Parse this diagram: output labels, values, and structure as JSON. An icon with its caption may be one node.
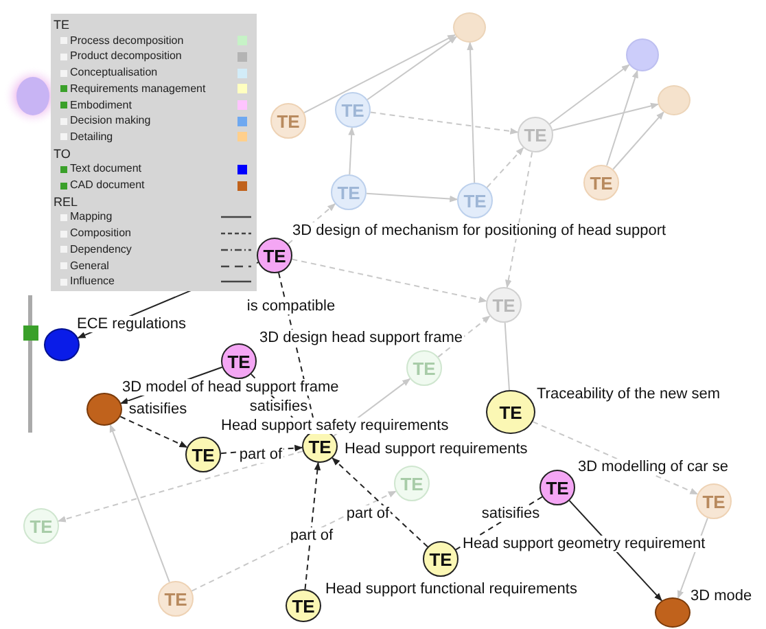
{
  "diagram": {
    "nodes": [
      {
        "text": [
          "TE"
        ],
        "beside": [
          "3D design of mechanism for positioning of head support"
        ]
      },
      {
        "text": [],
        "shape": "circle",
        "beside": [
          "ECE regulations"
        ]
      },
      {
        "text": [
          "TE"
        ],
        "beside": [
          "3D design head support frame"
        ]
      },
      {
        "text": [],
        "shape": "circle",
        "beside": [
          "3D model of head support frame"
        ]
      },
      {
        "text": [
          "TE"
        ],
        "beside": [
          "Head support safety requirements"
        ]
      },
      {
        "text": [
          "TE"
        ],
        "beside": [
          "Head support requirements"
        ]
      },
      {
        "text": [
          "TE"
        ],
        "beside": [
          "Traceability of the new sem"
        ]
      },
      {
        "text": [
          "TE"
        ],
        "beside": [
          "3D modelling of car se"
        ]
      },
      {
        "text": [
          "TE"
        ],
        "beside": [
          "Head support geometry requirement"
        ]
      },
      {
        "text": [
          "TE"
        ],
        "beside": [
          "Head support functional requirements"
        ]
      },
      {
        "text": [],
        "shape": "circle",
        "beside": [
          "3D mode"
        ]
      },
      {
        "text": [
          "TE"
        ]
      },
      {
        "text": [
          "TE"
        ]
      },
      {
        "text": [
          "TE"
        ]
      },
      {
        "text": [
          "TE"
        ]
      },
      {
        "text": [
          "TE"
        ]
      },
      {
        "text": [
          "TE"
        ]
      },
      {
        "text": [
          "TE"
        ]
      },
      {
        "text": [
          "TE"
        ]
      },
      {
        "text": [
          "TE"
        ]
      },
      {
        "text": [
          "TE"
        ]
      },
      {
        "text": [
          "TE"
        ]
      },
      {
        "text": [
          "TE"
        ]
      },
      {
        "text": [],
        "shape": "circle"
      },
      {
        "text": [],
        "shape": "circle"
      },
      {
        "text": [],
        "shape": "circle"
      },
      {
        "text": [],
        "shape": "circle"
      }
    ],
    "edges": [
      {
        "from": 0,
        "to": 1,
        "arrow": "to",
        "color": "#222222"
      },
      {
        "from": 0,
        "to": 5,
        "arrow": "to",
        "label": "is compatible",
        "style": "dashed",
        "color": "#222222"
      },
      {
        "from": 2,
        "to": 5,
        "arrow": "to",
        "label": "satisifies",
        "style": "dashed",
        "color": "#222222"
      },
      {
        "from": 2,
        "to": 3,
        "arrow": "to",
        "color": "#222222"
      },
      {
        "from": 3,
        "to": 4,
        "arrow": "to",
        "label": "satisifies",
        "style": "dashed",
        "color": "#222222"
      },
      {
        "from": 4,
        "to": 5,
        "arrow": "to",
        "label": "part of",
        "style": "dashed",
        "color": "#222222"
      },
      {
        "from": 8,
        "to": 5,
        "arrow": "to",
        "label": "part of",
        "style": "dashed",
        "color": "#222222"
      },
      {
        "from": 9,
        "to": 5,
        "arrow": "to",
        "label": "part of",
        "style": "dashed",
        "color": "#222222"
      },
      {
        "from": 7,
        "to": 8,
        "arrow": "none",
        "label": "satisifies",
        "style": "dashed",
        "color": "#222222"
      },
      {
        "from": 7,
        "to": 10,
        "arrow": "to",
        "color": "#222222"
      },
      {
        "from": 11,
        "to": 23,
        "arrow": "to"
      },
      {
        "from": 12,
        "to": 23,
        "arrow": "to"
      },
      {
        "from": 15,
        "to": 12,
        "arrow": "to"
      },
      {
        "from": 15,
        "to": 16,
        "arrow": "to"
      },
      {
        "from": 12,
        "to": 13,
        "arrow": "to",
        "style": "dashed"
      },
      {
        "from": 16,
        "to": 13,
        "arrow": "to",
        "style": "dashed"
      },
      {
        "from": 16,
        "to": 23,
        "arrow": "to"
      },
      {
        "from": 13,
        "to": 24,
        "arrow": "to"
      },
      {
        "from": 13,
        "to": 25,
        "arrow": "to"
      },
      {
        "from": 14,
        "to": 24,
        "arrow": "to"
      },
      {
        "from": 14,
        "to": 25,
        "arrow": "to"
      },
      {
        "from": 13,
        "to": 17,
        "arrow": "to",
        "style": "dashed"
      },
      {
        "from": 0,
        "to": 15,
        "arrow": "to",
        "style": "dashed"
      },
      {
        "from": 6,
        "to": 17,
        "arrow": "none"
      },
      {
        "from": 6,
        "to": 22,
        "arrow": "to",
        "style": "dashed"
      },
      {
        "from": 0,
        "to": 17,
        "arrow": "to",
        "style": "dashed"
      },
      {
        "from": 5,
        "to": 18,
        "arrow": "to"
      },
      {
        "from": 18,
        "to": 17,
        "arrow": "to",
        "style": "dashed"
      },
      {
        "from": 5,
        "to": 20,
        "arrow": "to",
        "style": "dashed"
      },
      {
        "from": 21,
        "to": 3,
        "arrow": "to"
      },
      {
        "from": 21,
        "to": 19,
        "arrow": "to",
        "style": "dashed"
      },
      {
        "from": 22,
        "to": 10,
        "arrow": "to"
      }
    ],
    "labels": [
      "TE",
      "TO",
      "REL"
    ],
    "legend": [
      {
        "text": "Process decomposition",
        "color": "#c6f2c6"
      },
      {
        "text": "Product decomposition",
        "color": "#b4b4b4"
      },
      {
        "text": "Conceptualisation",
        "color": "#d2ecf8"
      },
      {
        "text": "Requirements management",
        "color": "#ffffc0"
      },
      {
        "text": "Embodiment",
        "color": "#ffc4ff"
      },
      {
        "text": "Decision making",
        "color": "#6ea8f0"
      },
      {
        "text": "Detailing",
        "color": "#ffcf8c"
      },
      {
        "text": "Text document",
        "color": "#0000ff"
      },
      {
        "text": "CAD document",
        "color": "#c0621c"
      },
      {
        "text": "Mapping"
      },
      {
        "text": "Composition"
      },
      {
        "text": "Dependency"
      },
      {
        "text": "General"
      },
      {
        "text": "Influence"
      }
    ]
  }
}
